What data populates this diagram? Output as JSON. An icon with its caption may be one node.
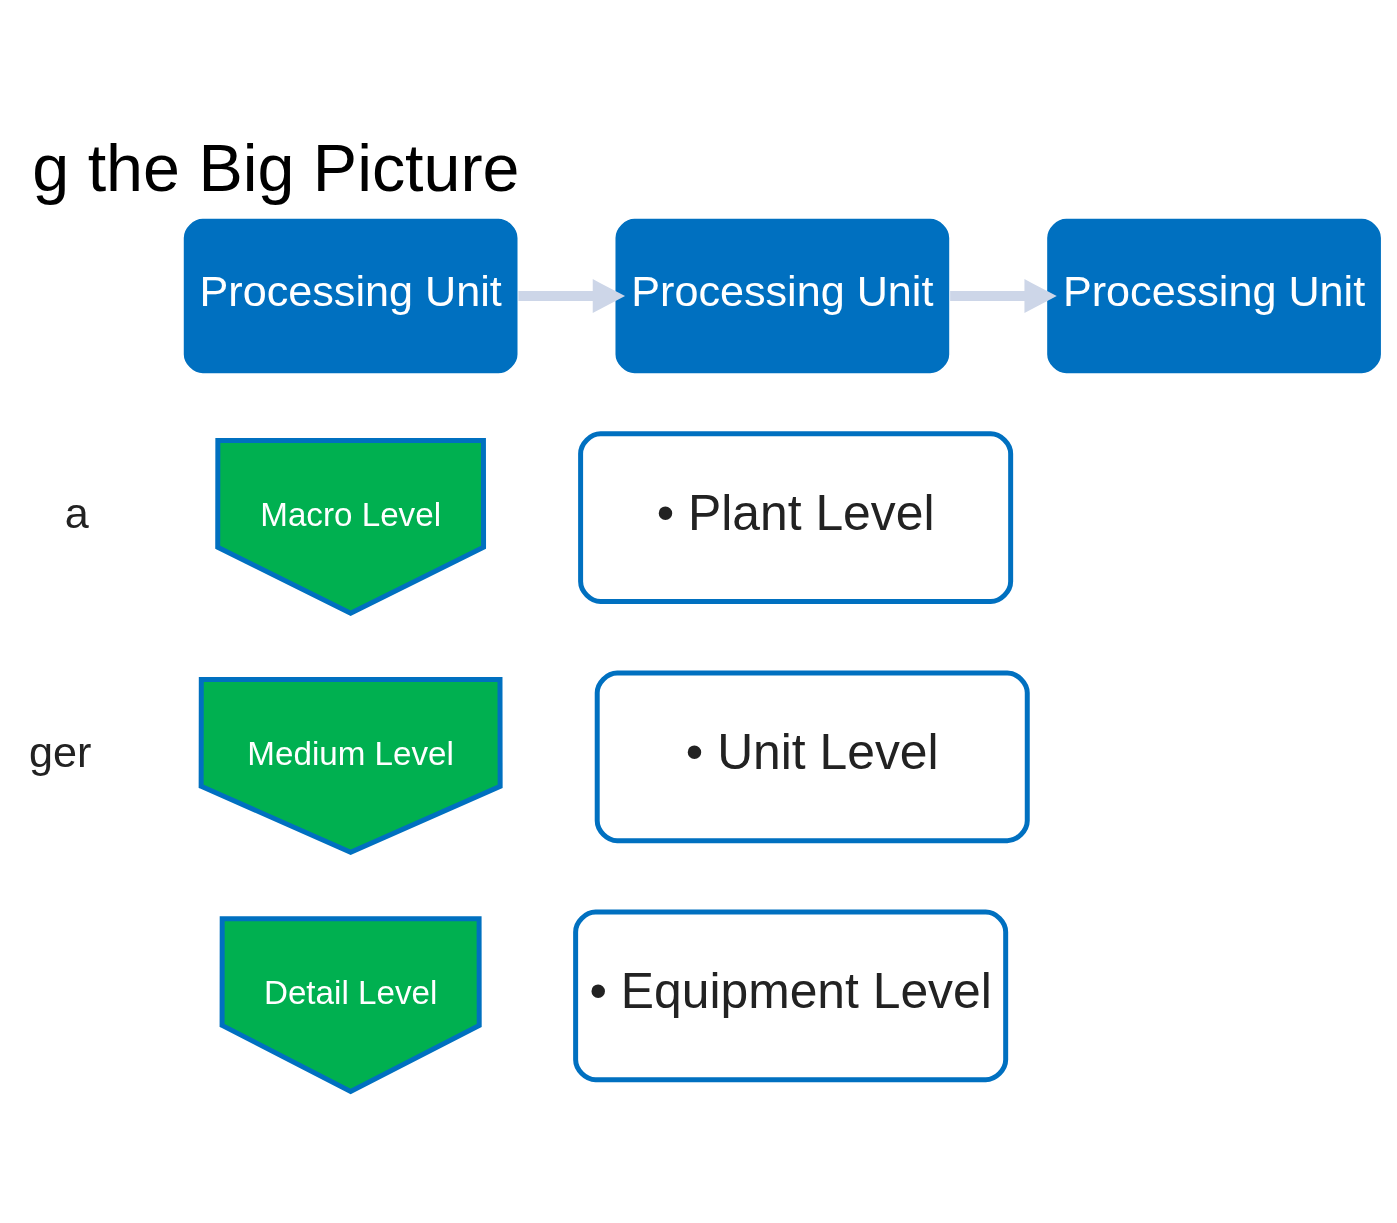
{
  "diagram": {
    "title": "g the Big Picture",
    "nodes": [
      {
        "text": [
          "Processing Unit"
        ]
      },
      {
        "text": [
          "Processing Unit"
        ]
      },
      {
        "text": [
          "Processing Unit"
        ]
      },
      {
        "text": [
          "Macro Level"
        ]
      },
      {
        "text": [
          "Medium Level"
        ]
      },
      {
        "text": [
          "Detail Level"
        ]
      },
      {
        "text": [
          "• Plant Level"
        ]
      },
      {
        "text": [
          "• Unit Level"
        ]
      },
      {
        "text": [
          "• Equipment Level"
        ]
      }
    ],
    "edges": [
      {
        "from": 0,
        "to": 1,
        "arrow": "to",
        "color": "#cdd6e8"
      },
      {
        "from": 1,
        "to": 2,
        "arrow": "to",
        "color": "#cdd6e8"
      }
    ],
    "labels": [
      "a",
      "ger"
    ]
  }
}
